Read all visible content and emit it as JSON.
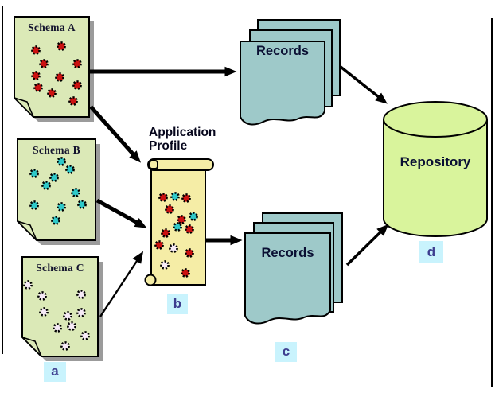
{
  "figure": {
    "type": "flow-diagram",
    "description": "Schemas combined into an application profile feeding records into a repository"
  },
  "nodes": {
    "schema_a": {
      "label": "Schema A",
      "marker": "",
      "dot_color_name": "red"
    },
    "schema_b": {
      "label": "Schema B",
      "marker": "",
      "dot_color_name": "cyan"
    },
    "schema_c": {
      "label": "Schema C",
      "marker": "",
      "dot_color_name": "white"
    },
    "application_profile": {
      "label_line1": "Application",
      "label_line2": "Profile",
      "marker": "b"
    },
    "records_top": {
      "label": "Records"
    },
    "records_bottom": {
      "label": "Records",
      "marker": "c"
    },
    "repository": {
      "label": "Repository",
      "marker": "d"
    }
  },
  "markers": {
    "a": "a",
    "b": "b",
    "c": "c",
    "d": "d"
  },
  "edges": [
    {
      "from": "schema_a",
      "to": "records_top",
      "style": "thick"
    },
    {
      "from": "schema_a",
      "to": "application_profile",
      "style": "thick"
    },
    {
      "from": "schema_b",
      "to": "application_profile",
      "style": "thick"
    },
    {
      "from": "schema_c",
      "to": "application_profile",
      "style": "thin"
    },
    {
      "from": "application_profile",
      "to": "records_bottom",
      "style": "thick"
    },
    {
      "from": "records_top",
      "to": "repository",
      "style": "medium"
    },
    {
      "from": "records_bottom",
      "to": "repository",
      "style": "medium"
    }
  ],
  "colors": {
    "schema_fill": "#dbe9b7",
    "scroll_fill": "#f5eda6",
    "records_fill": "#9ec9c9",
    "repository_fill": "#d9f49c",
    "dot_red": "#cc1111",
    "dot_cyan": "#2fc9c9",
    "dot_white": "#f6eaf6",
    "marker_bg": "#c9f3fd",
    "marker_text": "#3d3d8f",
    "shadow": "#9b9b9b"
  }
}
